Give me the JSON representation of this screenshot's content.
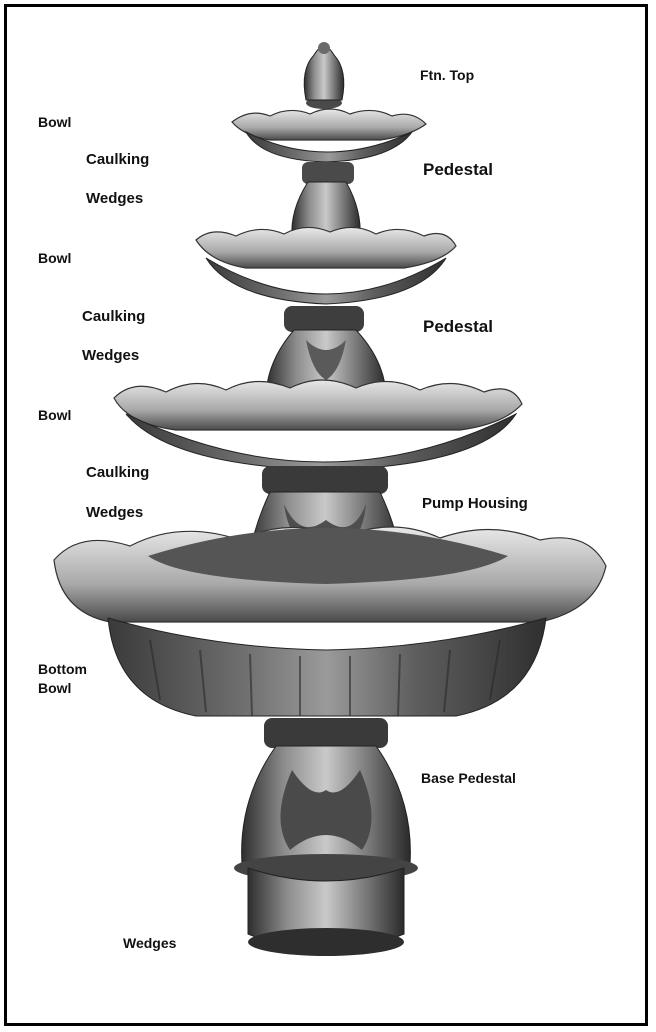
{
  "labels": {
    "ftn_top": "Ftn. Top",
    "bowl_1": "Bowl",
    "caulking_1": "Caulking",
    "wedges_1": "Wedges",
    "pedestal_1": "Pedestal",
    "bowl_2": "Bowl",
    "caulking_2": "Caulking",
    "wedges_2": "Wedges",
    "pedestal_2": "Pedestal",
    "bowl_3": "Bowl",
    "caulking_3": "Caulking",
    "wedges_3": "Wedges",
    "pump_housing": "Pump Housing",
    "bottom_bowl_line1": "Bottom",
    "bottom_bowl_line2": "Bowl",
    "base_pedestal": "Base Pedestal",
    "wedges_base": "Wedges"
  },
  "colors": {
    "frame": "#000000",
    "stone_dark": "#3a3a3a",
    "stone_mid": "#8a8a8a",
    "stone_light": "#d9d9d9"
  }
}
